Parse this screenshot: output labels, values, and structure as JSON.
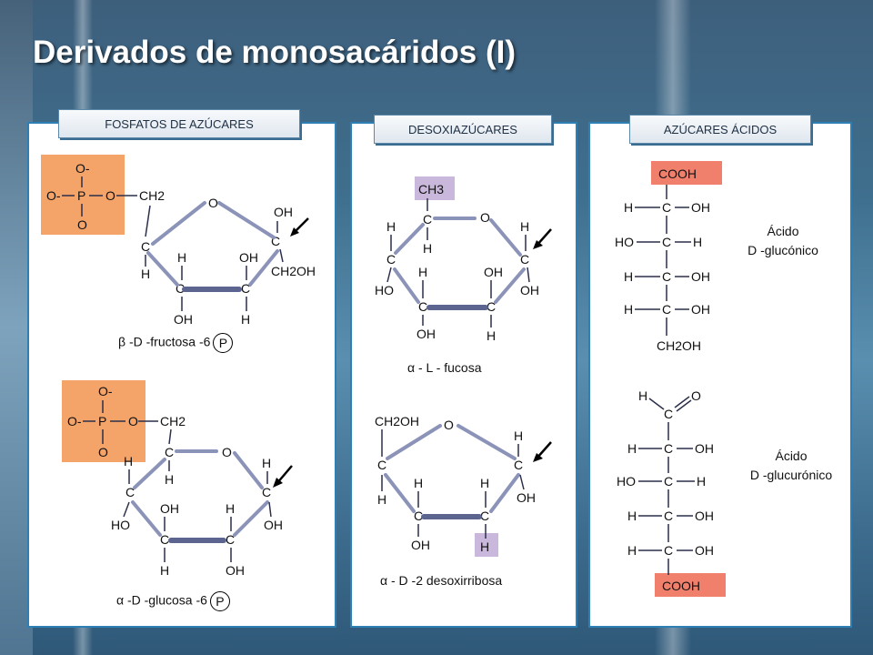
{
  "title": "Derivados de monosacáridos (I)",
  "tabs": {
    "fosfatos": "FOSFATOS DE AZÚCARES",
    "desoxi": "DESOXIAZÚCARES",
    "acidos": "AZÚCARES ÁCIDOS"
  },
  "captions": {
    "fructosa": {
      "greek": "β",
      "text": " -D -fructosa -6",
      "tag": "P"
    },
    "glucosa": {
      "greek": "α",
      "text": " -D -glucosa -6",
      "tag": "P"
    },
    "fucosa": {
      "greek": "α",
      "text": " - L - fucosa"
    },
    "desoxirribosa": {
      "greek": "α",
      "text": " - D -2 desoxirribosa"
    }
  },
  "acids": {
    "gluconico": [
      "Ácido",
      "D -glucónico"
    ],
    "glucuronico": [
      "Ácido",
      "D -glucurónico"
    ]
  },
  "atoms": {
    "O": "O",
    "C": "C",
    "H": "H",
    "P": "P",
    "OH": "OH",
    "HO": "HO",
    "CH2": "CH2",
    "CH2OH": "CH2OH",
    "CH3": "CH3",
    "COOH": "COOH",
    "Ominus": "O-"
  },
  "colors": {
    "phosphate_box": "#f4a469",
    "highlight_box": "#c9b8dc",
    "acid_box": "#f07f6c",
    "panel_border": "#2e7fb4"
  }
}
